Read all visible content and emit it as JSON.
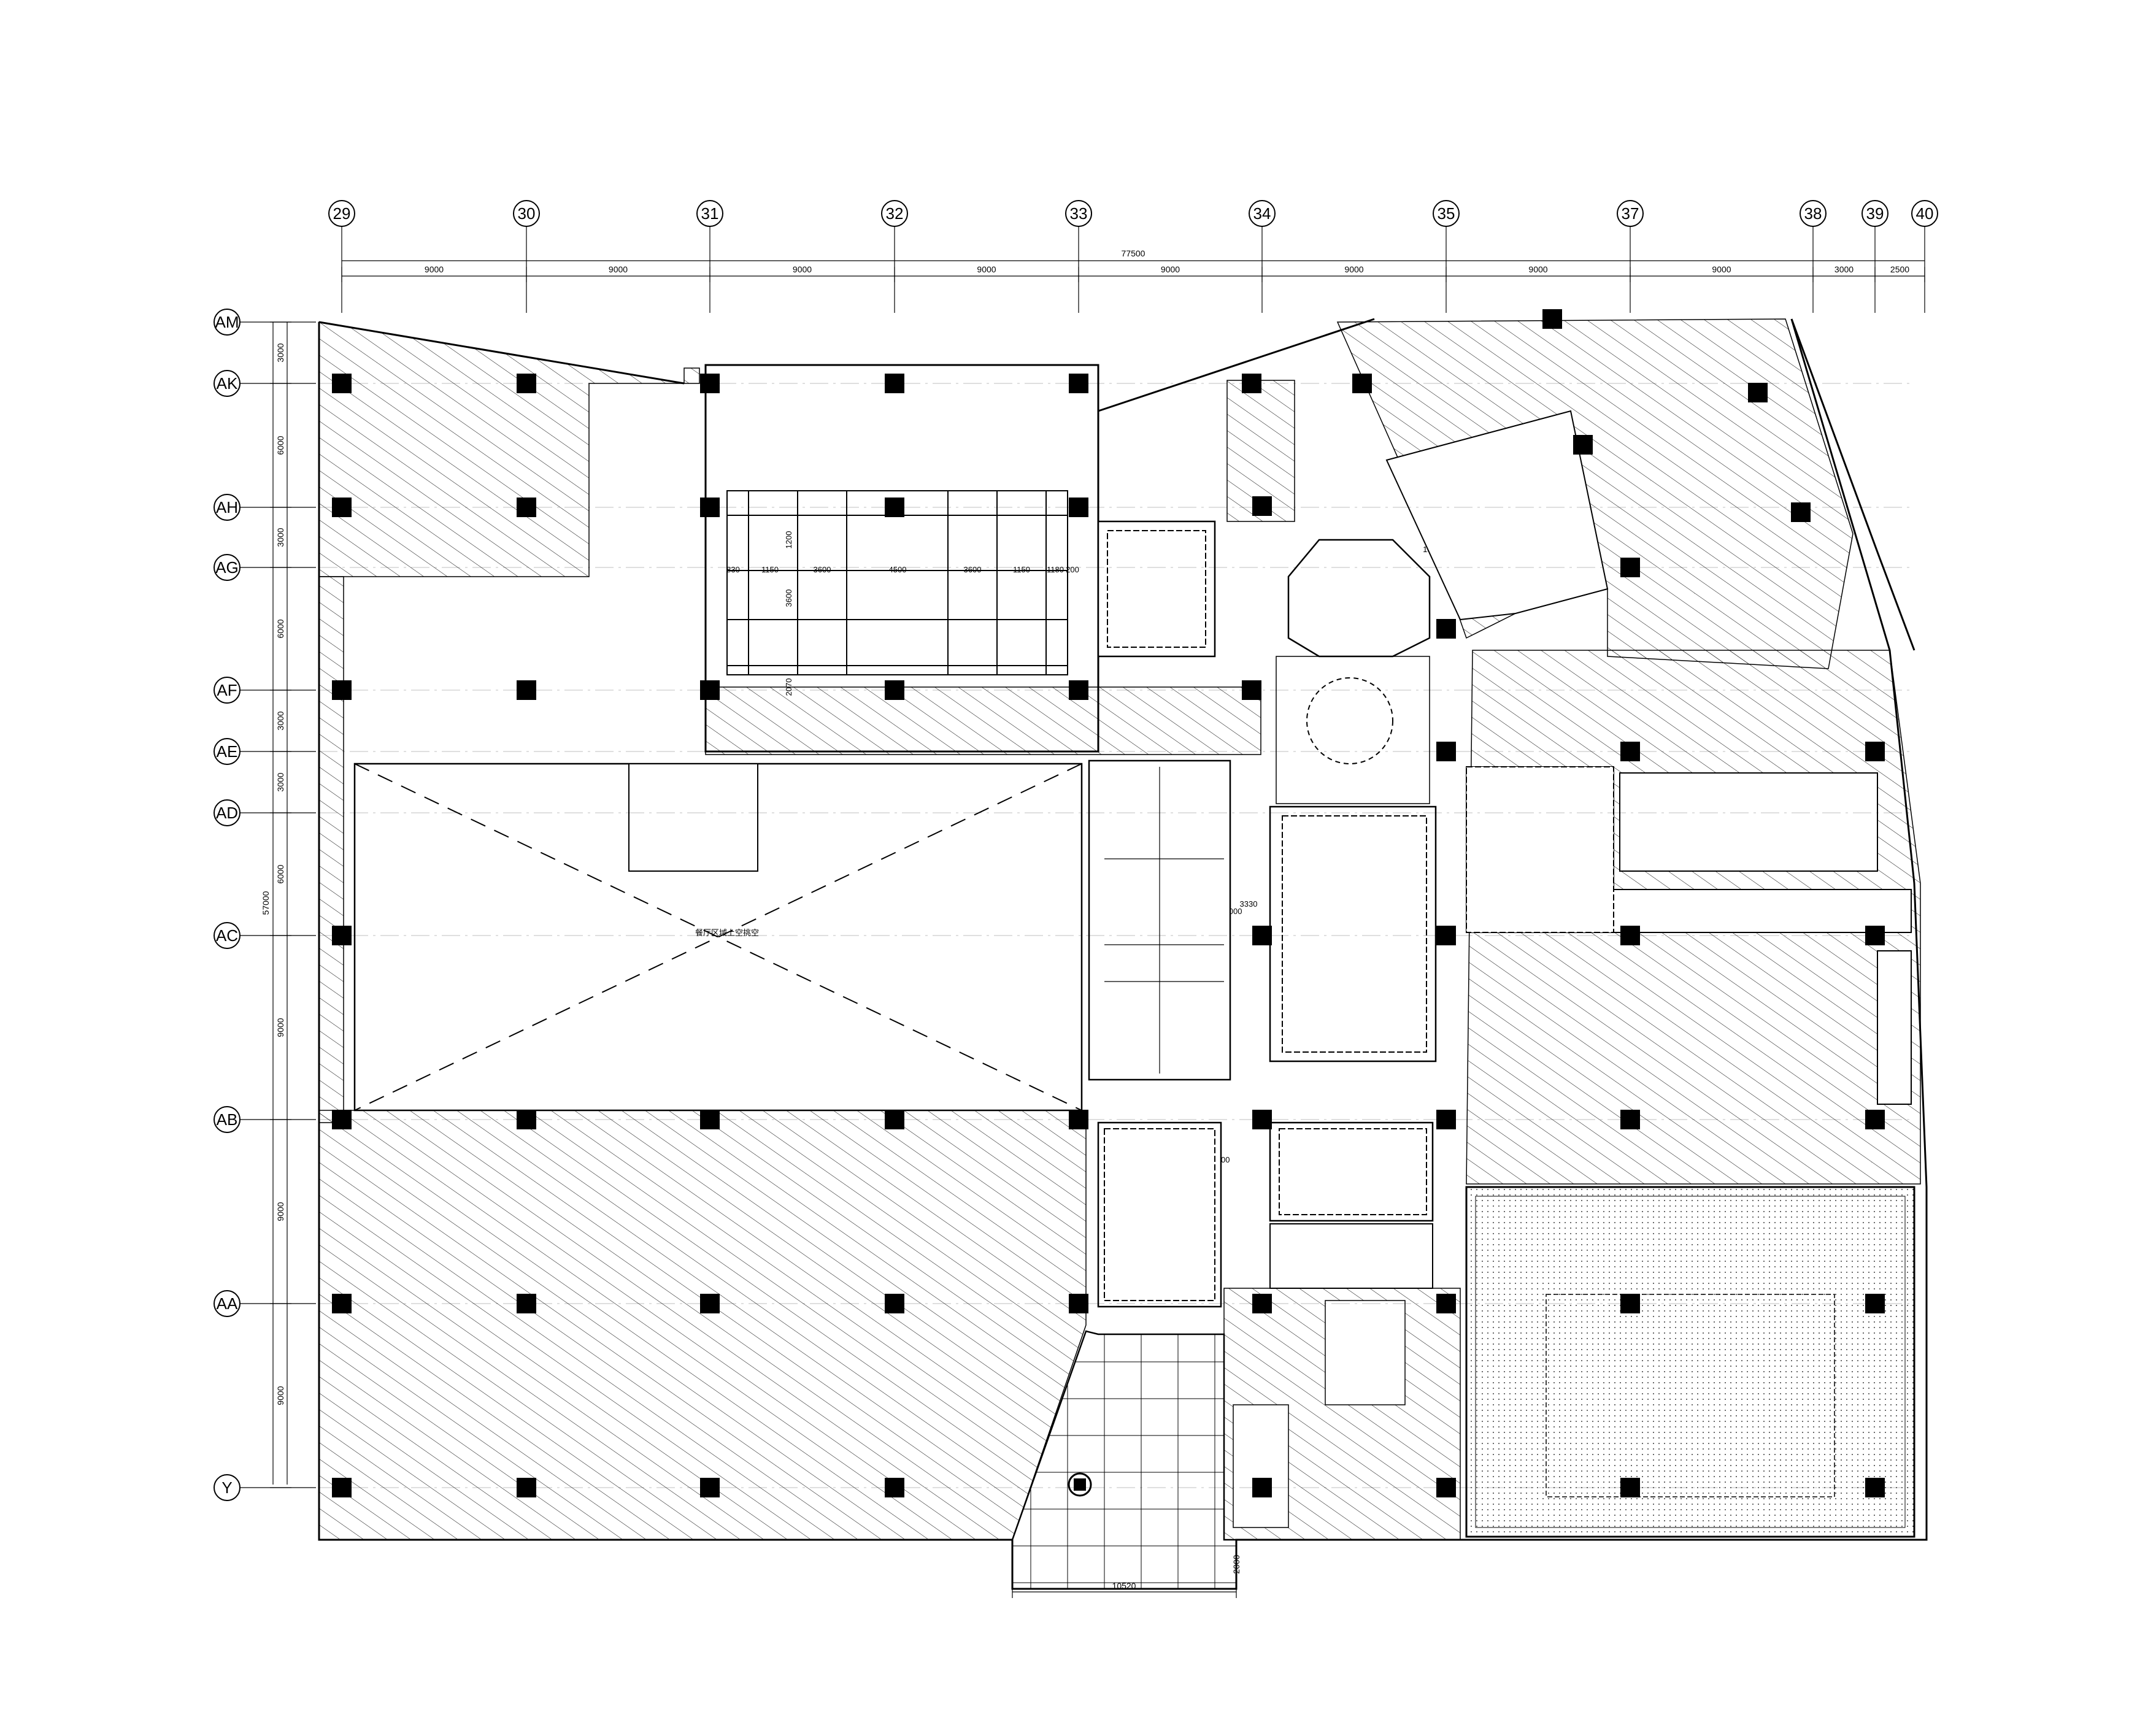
{
  "grid_columns": [
    "29",
    "30",
    "31",
    "32",
    "33",
    "34",
    "35",
    "37",
    "38",
    "39",
    "40"
  ],
  "grid_rows": [
    "AM",
    "AK",
    "AH",
    "AG",
    "AF",
    "AE",
    "AD",
    "AC",
    "AB",
    "AA",
    "Y"
  ],
  "top_dimensions": {
    "overall": "77500",
    "bays": [
      "9000",
      "9000",
      "9000",
      "9000",
      "9000",
      "9000",
      "9000",
      "9000",
      "3000",
      "2500"
    ]
  },
  "left_dimensions": {
    "overall": "57000",
    "bays": [
      "3000",
      "6000",
      "3000",
      "6000",
      "3000",
      "3000",
      "6000",
      "9000",
      "9000",
      "9000"
    ]
  },
  "ceiling_dims": {
    "hall_widths": [
      "830",
      "1150",
      "3600",
      "4500",
      "3600",
      "1150",
      "1180",
      "200"
    ],
    "hall_heights": [
      "1200",
      "3600",
      "2070"
    ],
    "room_dims": [
      "3330",
      "2000",
      "1200",
      "2000",
      "150",
      "2000",
      "2000"
    ]
  },
  "void_label": "餐厅区域上空挑空",
  "bottom_dimension": "10520",
  "entrance_dimension": "2000",
  "colors": {
    "line": "#000000",
    "background": "#ffffff",
    "hatch": "#000000"
  }
}
